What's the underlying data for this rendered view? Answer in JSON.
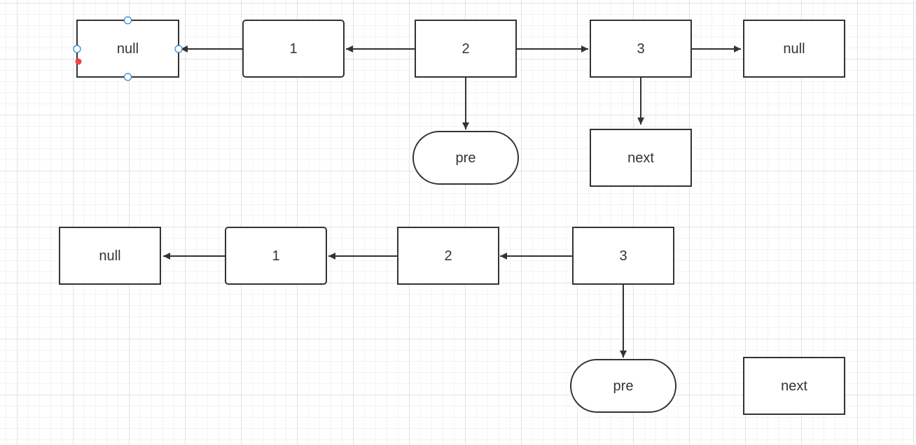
{
  "diagram": {
    "top": {
      "null_left": "null",
      "node_1": "1",
      "node_2": "2",
      "node_3": "3",
      "null_right": "null",
      "pre": "pre",
      "next": "next"
    },
    "bottom": {
      "null_left": "null",
      "node_1": "1",
      "node_2": "2",
      "node_3": "3",
      "pre": "pre",
      "next": "next"
    }
  },
  "colors": {
    "stroke": "#333333",
    "selection_handle": "#2a86d8",
    "anchor_point": "#ef4444"
  }
}
